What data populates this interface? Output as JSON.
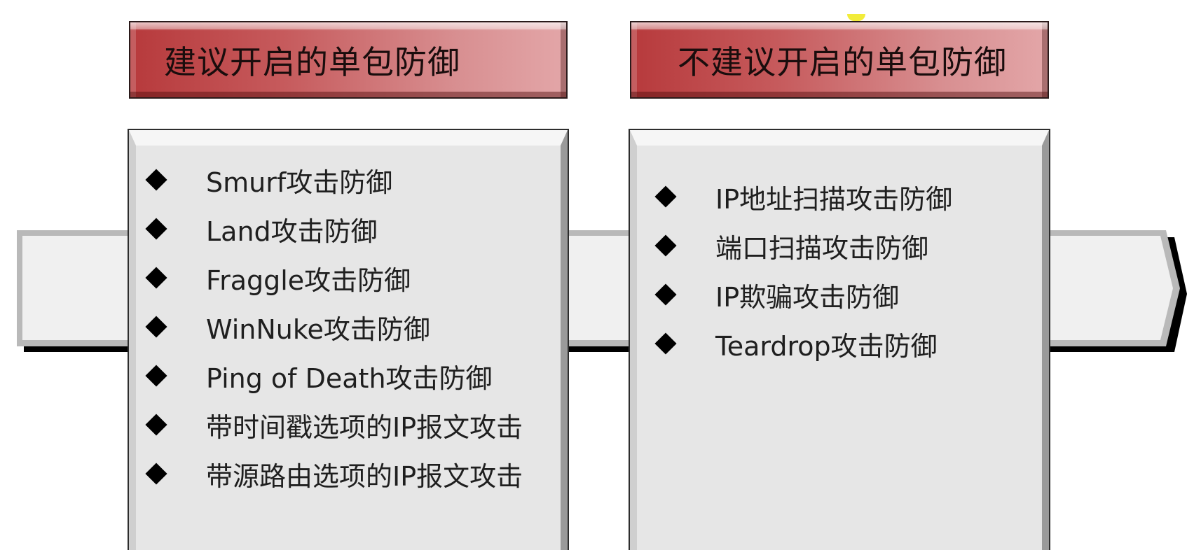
{
  "diagram": {
    "left_column": {
      "title": "建议开启的单包防御",
      "items": [
        "Smurf攻击防御",
        "Land攻击防御",
        "Fraggle攻击防御",
        "WinNuke攻击防御",
        "Ping of Death攻击防御",
        "带时间戳选项的IP报文攻击",
        "带源路由选项的IP报文攻击"
      ]
    },
    "right_column": {
      "title": "不建议开启的单包防御",
      "items": [
        "IP地址扫描攻击防御",
        "端口扫描攻击防御",
        "IP欺骗攻击防御",
        "Teardrop攻击防御"
      ]
    },
    "colors": {
      "header_red": "#b73a3c",
      "panel_grey": "#e6e6e6",
      "arrow_grey": "#f0f0f0",
      "bullet": "#000000"
    },
    "bullet_icon": "diamond-bullet-icon"
  }
}
